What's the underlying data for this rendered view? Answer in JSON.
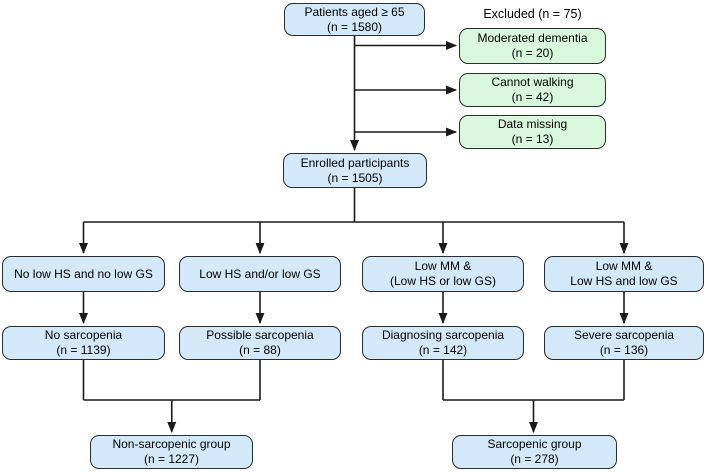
{
  "colors": {
    "node_fill_blue": "#d3e8f8",
    "node_fill_green": "#d9f7dc",
    "node_border": "#2b2b2b",
    "connector": "#1a1a1a",
    "background": "#ffffff",
    "text": "#000000"
  },
  "nodes": {
    "patients": {
      "line1": "Patients aged ≥ 65",
      "line2": "(n = 1580)"
    },
    "excluded_label": "Excluded (n = 75)",
    "excluded": [
      {
        "line1": "Moderated dementia",
        "line2": "(n = 20)"
      },
      {
        "line1": "Cannot walking",
        "line2": "(n = 42)"
      },
      {
        "line1": "Data missing",
        "line2": "(n = 13)"
      }
    ],
    "enrolled": {
      "line1": "Enrolled participants",
      "line2": "(n = 1505)"
    },
    "criteria": [
      {
        "line1": "No low HS and no low GS"
      },
      {
        "line1": "Low HS and/or low GS"
      },
      {
        "line1": "Low MM &",
        "line2": "(Low HS or low GS)"
      },
      {
        "line1": "Low MM &",
        "line2": "Low HS and low GS"
      }
    ],
    "diagnosis": [
      {
        "line1": "No sarcopenia",
        "line2": "(n = 1139)"
      },
      {
        "line1": "Possible sarcopenia",
        "line2": "(n = 88)"
      },
      {
        "line1": "Diagnosing sarcopenia",
        "line2": "(n = 142)"
      },
      {
        "line1": "Severe sarcopenia",
        "line2": "(n = 136)"
      }
    ],
    "groups": [
      {
        "line1": "Non-sarcopenic group",
        "line2": "(n = 1227)"
      },
      {
        "line1": "Sarcopenic group",
        "line2": "(n = 278)"
      }
    ]
  }
}
